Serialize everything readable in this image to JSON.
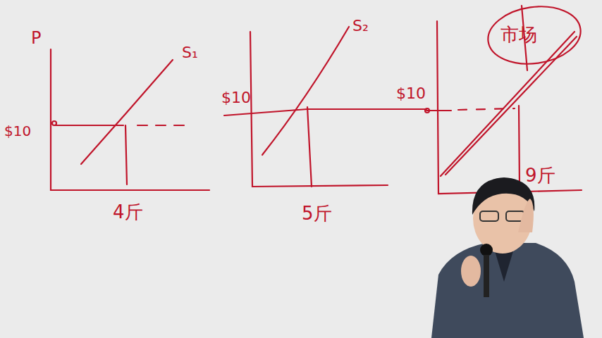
{
  "diagram": {
    "labels": [
      "P",
      "$10",
      "S₁",
      "4斤",
      "$10",
      "S₂",
      "5斤",
      "$10",
      "市场",
      "9斤"
    ]
  }
}
